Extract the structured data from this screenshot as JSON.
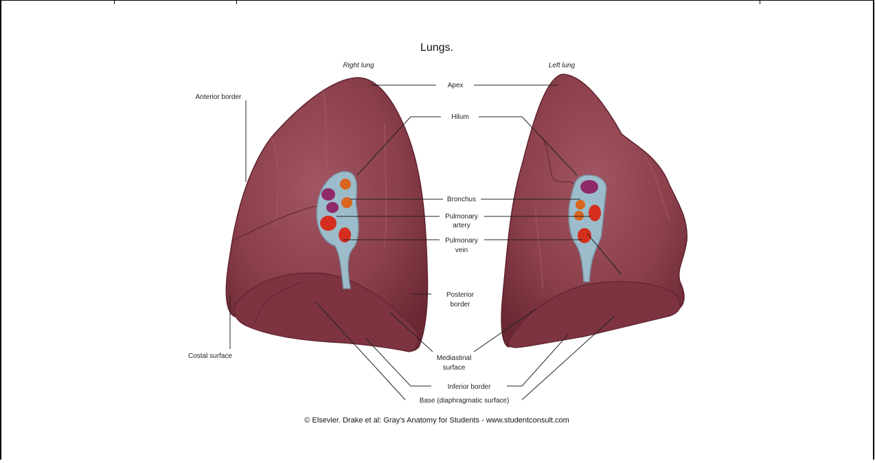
{
  "figure": {
    "title": "Lungs.",
    "right_lung_caption": "Right lung",
    "left_lung_caption": "Left lung",
    "labels": {
      "apex": "Apex",
      "hilum": "Hilum",
      "anterior_border": "Anterior border",
      "bronchus": "Bronchus",
      "pulmonary_artery_1": "Pulmonary",
      "pulmonary_artery_2": "artery",
      "pulmonary_vein_1": "Pulmonary",
      "pulmonary_vein_2": "vein",
      "posterior_border_1": "Posterior",
      "posterior_border_2": "border",
      "costal_surface": "Costal surface",
      "mediastinal_surface_1": "Mediastinal",
      "mediastinal_surface_2": "surface",
      "inferior_border": "Inferior border",
      "base": "Base (diaphragmatic surface)"
    },
    "credit": "© Elsevier. Drake et al: Gray's Anatomy for Students - www.studentconsult.com"
  },
  "colors": {
    "lung_fill": "#8a3f4a",
    "lung_shade": "#6e2a36",
    "lung_highlight": "#a45663",
    "hilum_rim": "#8fb3c4",
    "bronchus": "#d9651f",
    "artery": "#8e2a6a",
    "vein": "#d62e1e"
  }
}
